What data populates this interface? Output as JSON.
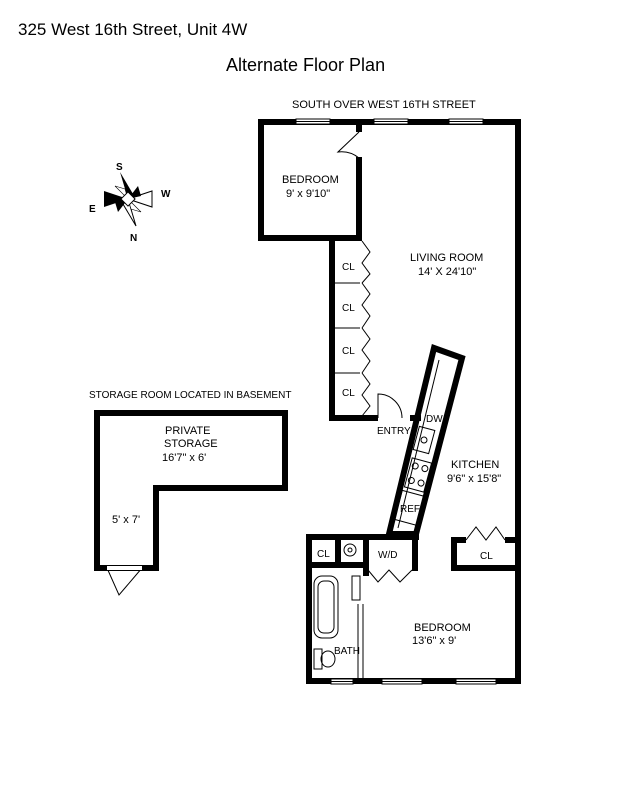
{
  "header": {
    "address": "325 West 16th Street, Unit 4W",
    "plan_title": "Alternate Floor Plan"
  },
  "plan": {
    "street_label": "SOUTH OVER WEST 16TH STREET",
    "storage_note": "STORAGE ROOM LOCATED IN BASEMENT",
    "compass": {
      "south": "S",
      "west": "W",
      "north": "N",
      "east": "E"
    },
    "rooms": {
      "bedroom_top": {
        "name": "BEDROOM",
        "dims": "9' x 9'10\""
      },
      "living_room": {
        "name": "LIVING ROOM",
        "dims": "14' X 24'10\""
      },
      "kitchen": {
        "name": "KITCHEN",
        "dims": "9'6\" x 15'8\""
      },
      "bedroom_bottom": {
        "name": "BEDROOM",
        "dims": "13'6\" x 9'"
      },
      "storage": {
        "name_line1": "PRIVATE",
        "name_line2": "STORAGE",
        "dims": "16'7\" x 6'",
        "dims_lower": "5' x 7'"
      }
    },
    "labels": {
      "closet": "CL",
      "entry": "ENTRY",
      "dishwasher": "DW",
      "refrigerator": "REF",
      "washer_dryer": "W/D",
      "bath": "BATH"
    }
  }
}
